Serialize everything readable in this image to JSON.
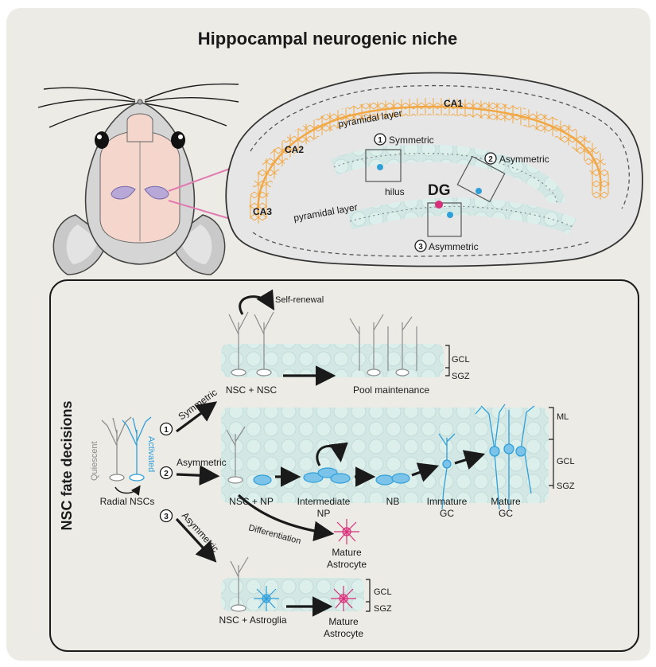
{
  "title": "Hippocampal neurogenic niche",
  "colors": {
    "panel_bg": "#ecebe6",
    "pyramidal": "#f2a845",
    "nsc_gray": "#8c8c8c",
    "activated_blue": "#2f9fd8",
    "astro_pink": "#d6307a",
    "layer_teal": "#d3e8e5",
    "mouse_pink": "#f4d6cc"
  },
  "hippocampus": {
    "regions": {
      "ca1": "CA1",
      "ca2": "CA2",
      "ca3": "CA3",
      "dg": "DG",
      "hilus": "hilus"
    },
    "pyramidal_upper": "pyramidal layer",
    "pyramidal_lower": "pyramidal layer",
    "division_1": {
      "num": "1",
      "label": "Symmetric"
    },
    "division_2": {
      "num": "2",
      "label": "Asymmetric"
    },
    "division_3": {
      "num": "3",
      "label": "Asymmetric"
    }
  },
  "fate": {
    "side_title": "NSC fate decisions",
    "quiescent": "Quiescent",
    "activated": "Activated",
    "radial": "Radial NSCs",
    "path1": {
      "num": "1",
      "arrow": "Symmetric",
      "self_renewal": "Self-renewal",
      "nsc_nsc": "NSC + NSC",
      "pool": "Pool maintenance"
    },
    "path2": {
      "num": "2",
      "arrow": "Asymmetric",
      "nsc_np": "NSC + NP",
      "intermediate": "Intermediate",
      "np": "NP",
      "nb": "NB",
      "immature": "Immature",
      "immature_gc": "GC",
      "mature": "Mature",
      "mature_gc": "GC",
      "differentiation": "Differentiation",
      "astro1": "Mature",
      "astro2": "Astrocyte"
    },
    "path3": {
      "num": "3",
      "arrow": "Asymmetric",
      "nsc_astroglia": "NSC + Astroglia",
      "astro1": "Mature",
      "astro2": "Astrocyte"
    },
    "layers": {
      "gcl_top": "GCL",
      "sgz_top": "SGZ",
      "ml": "ML",
      "gcl_mid": "GCL",
      "sgz_mid": "SGZ",
      "gcl_bot": "GCL",
      "sgz_bot": "SGZ"
    }
  }
}
